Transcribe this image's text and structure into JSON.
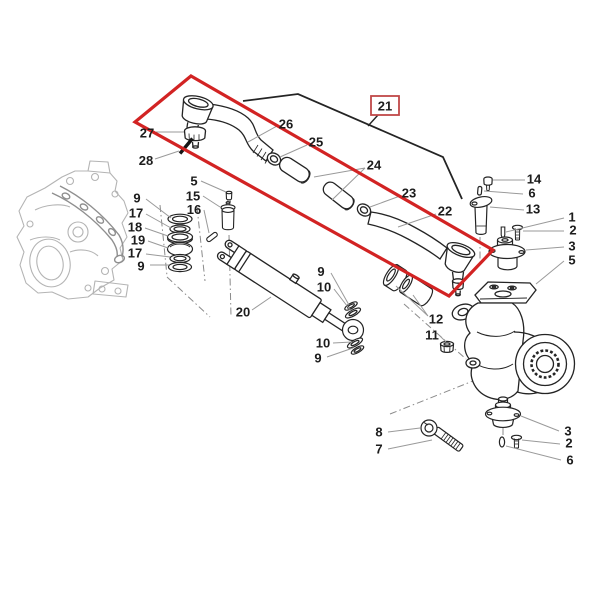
{
  "diagram": {
    "kind": "exploded-parts-diagram",
    "subject": "front axle steering tie rod, steering cylinder and knuckle",
    "highlighted_part": "21",
    "colors": {
      "highlight_red": "#d22323",
      "callout_box_border": "#c04848",
      "part_line": "#242424",
      "leader_line": "#9a9a9a",
      "centerline": "#8a8a8a",
      "housing_sketch": "#b4b4b4",
      "label_text": "#1c1c1c",
      "background": "#ffffff"
    },
    "callouts": [
      {
        "text": "27"
      },
      {
        "text": "28"
      },
      {
        "text": "26"
      },
      {
        "text": "25"
      },
      {
        "text": "24"
      },
      {
        "text": "23"
      },
      {
        "text": "22"
      },
      {
        "text": "21"
      },
      {
        "text": "9"
      },
      {
        "text": "17"
      },
      {
        "text": "18"
      },
      {
        "text": "19"
      },
      {
        "text": "17"
      },
      {
        "text": "9"
      },
      {
        "text": "5"
      },
      {
        "text": "15"
      },
      {
        "text": "16"
      },
      {
        "text": "20"
      },
      {
        "text": "9"
      },
      {
        "text": "10"
      },
      {
        "text": "10"
      },
      {
        "text": "9"
      },
      {
        "text": "12"
      },
      {
        "text": "11"
      },
      {
        "text": "14"
      },
      {
        "text": "6"
      },
      {
        "text": "13"
      },
      {
        "text": "1"
      },
      {
        "text": "2"
      },
      {
        "text": "3"
      },
      {
        "text": "5"
      },
      {
        "text": "3"
      },
      {
        "text": "2"
      },
      {
        "text": "6"
      },
      {
        "text": "8"
      },
      {
        "text": "7"
      }
    ]
  }
}
